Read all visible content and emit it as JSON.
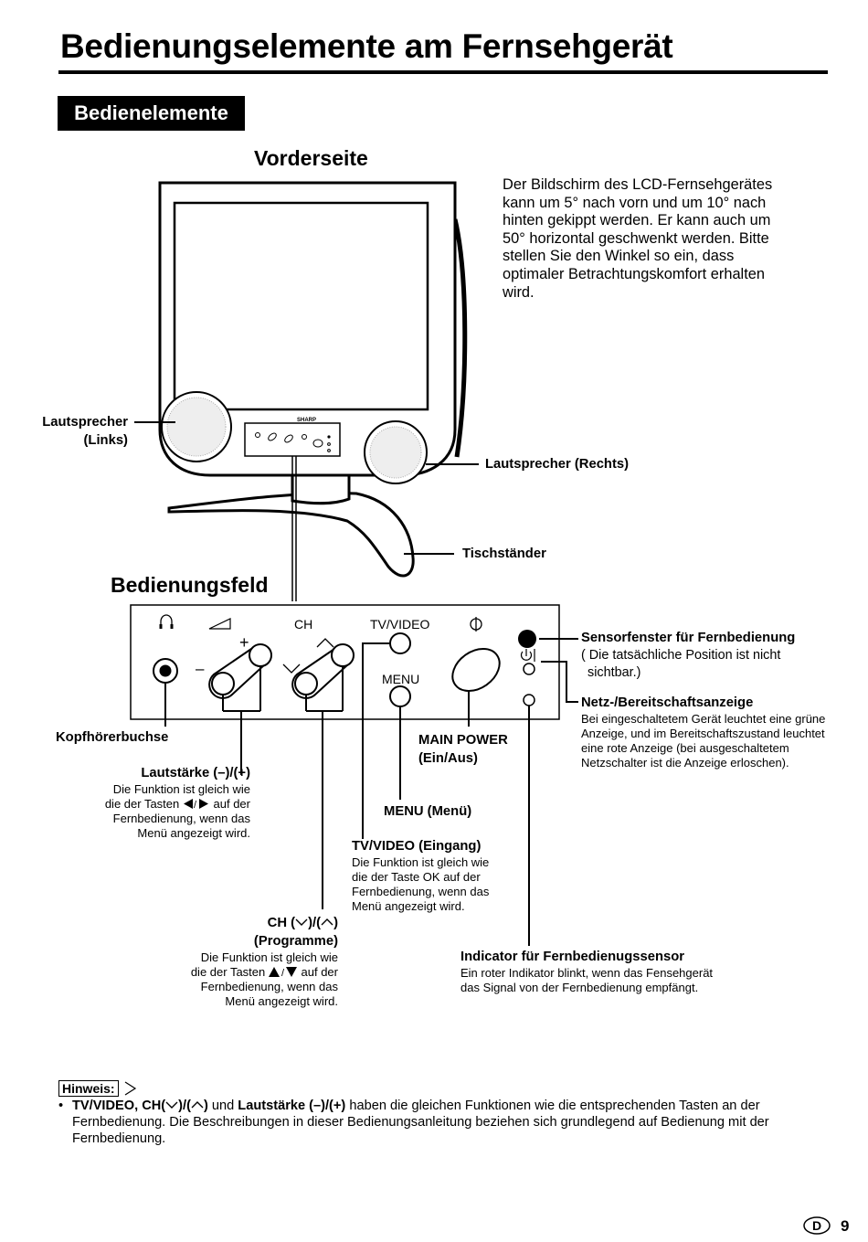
{
  "page": {
    "title": "Bedienungselemente am Fernsehgerät",
    "section": "Bedienelemente",
    "front_heading": "Vorderseite",
    "panel_heading": "Bedienungsfeld",
    "description": "Der Bildschirm des LCD-Fernsehgerätes kann um 5° nach vorn und um 10° nach hinten gekippt werden. Er kann auch um 50° horizontal geschwenkt werden. Bitte stellen Sie den Winkel so ein, dass optimaler Betrachtungskomfort erhalten wird.",
    "page_letter": "D",
    "page_number": "9"
  },
  "tv_labels": {
    "brand": "SHARP",
    "speaker_left_1": "Lautsprecher",
    "speaker_left_2": "(Links)",
    "speaker_right": "Lautsprecher (Rechts)",
    "stand": "Tischständer"
  },
  "panel": {
    "ch": "CH",
    "tvvideo": "TV/VIDEO",
    "menu": "MENU",
    "plus": "+",
    "minus": "–"
  },
  "callouts": {
    "headphone": "Kopfhörerbuchse",
    "volume_title": "Lautstärke (–)/(+)",
    "volume_desc_1": "Die Funktion ist gleich wie",
    "volume_desc_2a": "die der Tasten",
    "volume_desc_2b": "auf der",
    "volume_desc_3": "Fernbedienung, wenn das",
    "volume_desc_4": "Menü angezeigt wird.",
    "ch_title_a": "CH (",
    "ch_title_b": ")/(",
    "ch_title_c": ")",
    "ch_title_2": "(Programme)",
    "ch_desc_1": "Die Funktion ist gleich wie",
    "ch_desc_2a": "die der Tasten",
    "ch_desc_2b": "auf der",
    "ch_desc_3": "Fernbedienung, wenn das",
    "ch_desc_4": "Menü angezeigt wird.",
    "tvvideo_title": "TV/VIDEO (Eingang)",
    "tvvideo_desc_1": "Die Funktion ist gleich wie",
    "tvvideo_desc_2": "die der Taste OK auf der",
    "tvvideo_desc_3": "Fernbedienung, wenn das",
    "tvvideo_desc_4": "Menü angezeigt wird.",
    "menu": "MENU (Menü)",
    "main_power_1": "MAIN POWER",
    "main_power_2": "(Ein/Aus)",
    "sensor_title": "Sensorfenster für Fernbedienung",
    "sensor_desc_1": "( Die tatsächliche Position ist nicht",
    "sensor_desc_2": "sichtbar.)",
    "standby_title": "Netz-/Bereitschaftsanzeige",
    "standby_desc": "Bei eingeschaltetem Gerät leuchtet eine grüne Anzeige, und im Bereitschaftszustand leuchtet eine rote Anzeige (bei ausgeschaltetem Netzschalter ist die Anzeige erloschen).",
    "indicator_title": "Indicator für Fernbedienugssensor",
    "indicator_desc_1": "Ein roter Indikator blinkt, wenn das Fensehgerät",
    "indicator_desc_2": "das Signal von der Fernbedienung empfängt."
  },
  "note": {
    "label": "Hinweis:",
    "bullet": "•",
    "bold_a": "TV/VIDEO, CH(",
    "bold_b": ")/(",
    "bold_c": ")",
    "text_1": " und ",
    "bold_d": "Lautstärke (–)/(+)",
    "text_2": " haben die gleichen Funktionen wie die entsprechenden Tasten an der Fernbedienung. Die Beschreibungen in dieser Bedienungsanleitung beziehen sich grundlegend auf Bedienung mit der Fernbedienung."
  }
}
